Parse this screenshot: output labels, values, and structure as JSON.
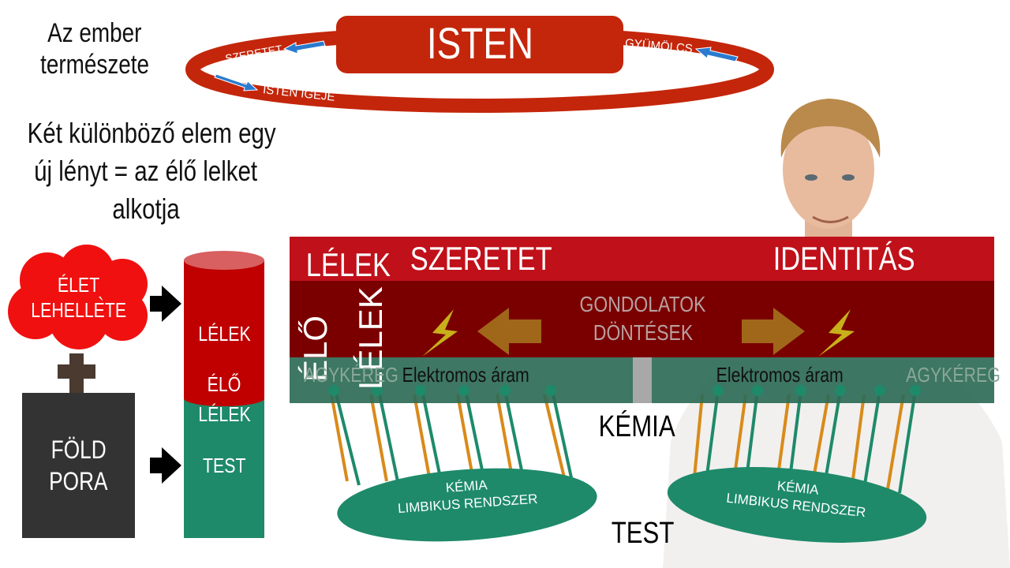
{
  "left_text": {
    "title_line1": "Az ember",
    "title_line2": "természete",
    "desc_line1": "Két különböző elem egy",
    "desc_line2": "új lényt = az élő lelket",
    "desc_line3": "alkotja"
  },
  "cycle": {
    "center": "ISTEN",
    "left_label": "SZERETET",
    "bottom_label": "ISTEN IGÉJE",
    "right_label": "GYÜMÖLCS"
  },
  "creation": {
    "cloud_line1": "ÉLET",
    "cloud_line2": "LEHELLETE",
    "earth_line1": "FÖLD",
    "earth_line2": "PORA",
    "cyl_soul": "LÉLEK",
    "cyl_living1": "ÉLŐ",
    "cyl_living2": "LÉLEK",
    "cyl_body": "TEST"
  },
  "band": {
    "soul": "LÉLEK",
    "love": "SZERETET",
    "identity": "IDENTITÁS",
    "living_vertical1": "ÉLŐ",
    "living_vertical2": "LÉLEK",
    "thoughts": "GONDOLATOK",
    "decisions": "DÖNTÉSEK",
    "cortex_left": "AGYKÉREG",
    "current_left": "Elektromos áram",
    "current_right": "Elektromos áram",
    "cortex_right": "AGYKÉREG"
  },
  "lower": {
    "chemistry": "KÉMIA",
    "body": "TEST",
    "left_oval_line1": "KÉMIA",
    "left_oval_line2": "LIMBIKUS RENDSZER",
    "right_oval_line1": "KÉMIA",
    "right_oval_line2": "LIMBIKUS RENDSZER"
  },
  "colors": {
    "red": "#c4260b",
    "dark_red": "#7a0000",
    "band_red": "#c0101a",
    "green": "#1e8a6a",
    "orange": "#d98a1a"
  }
}
